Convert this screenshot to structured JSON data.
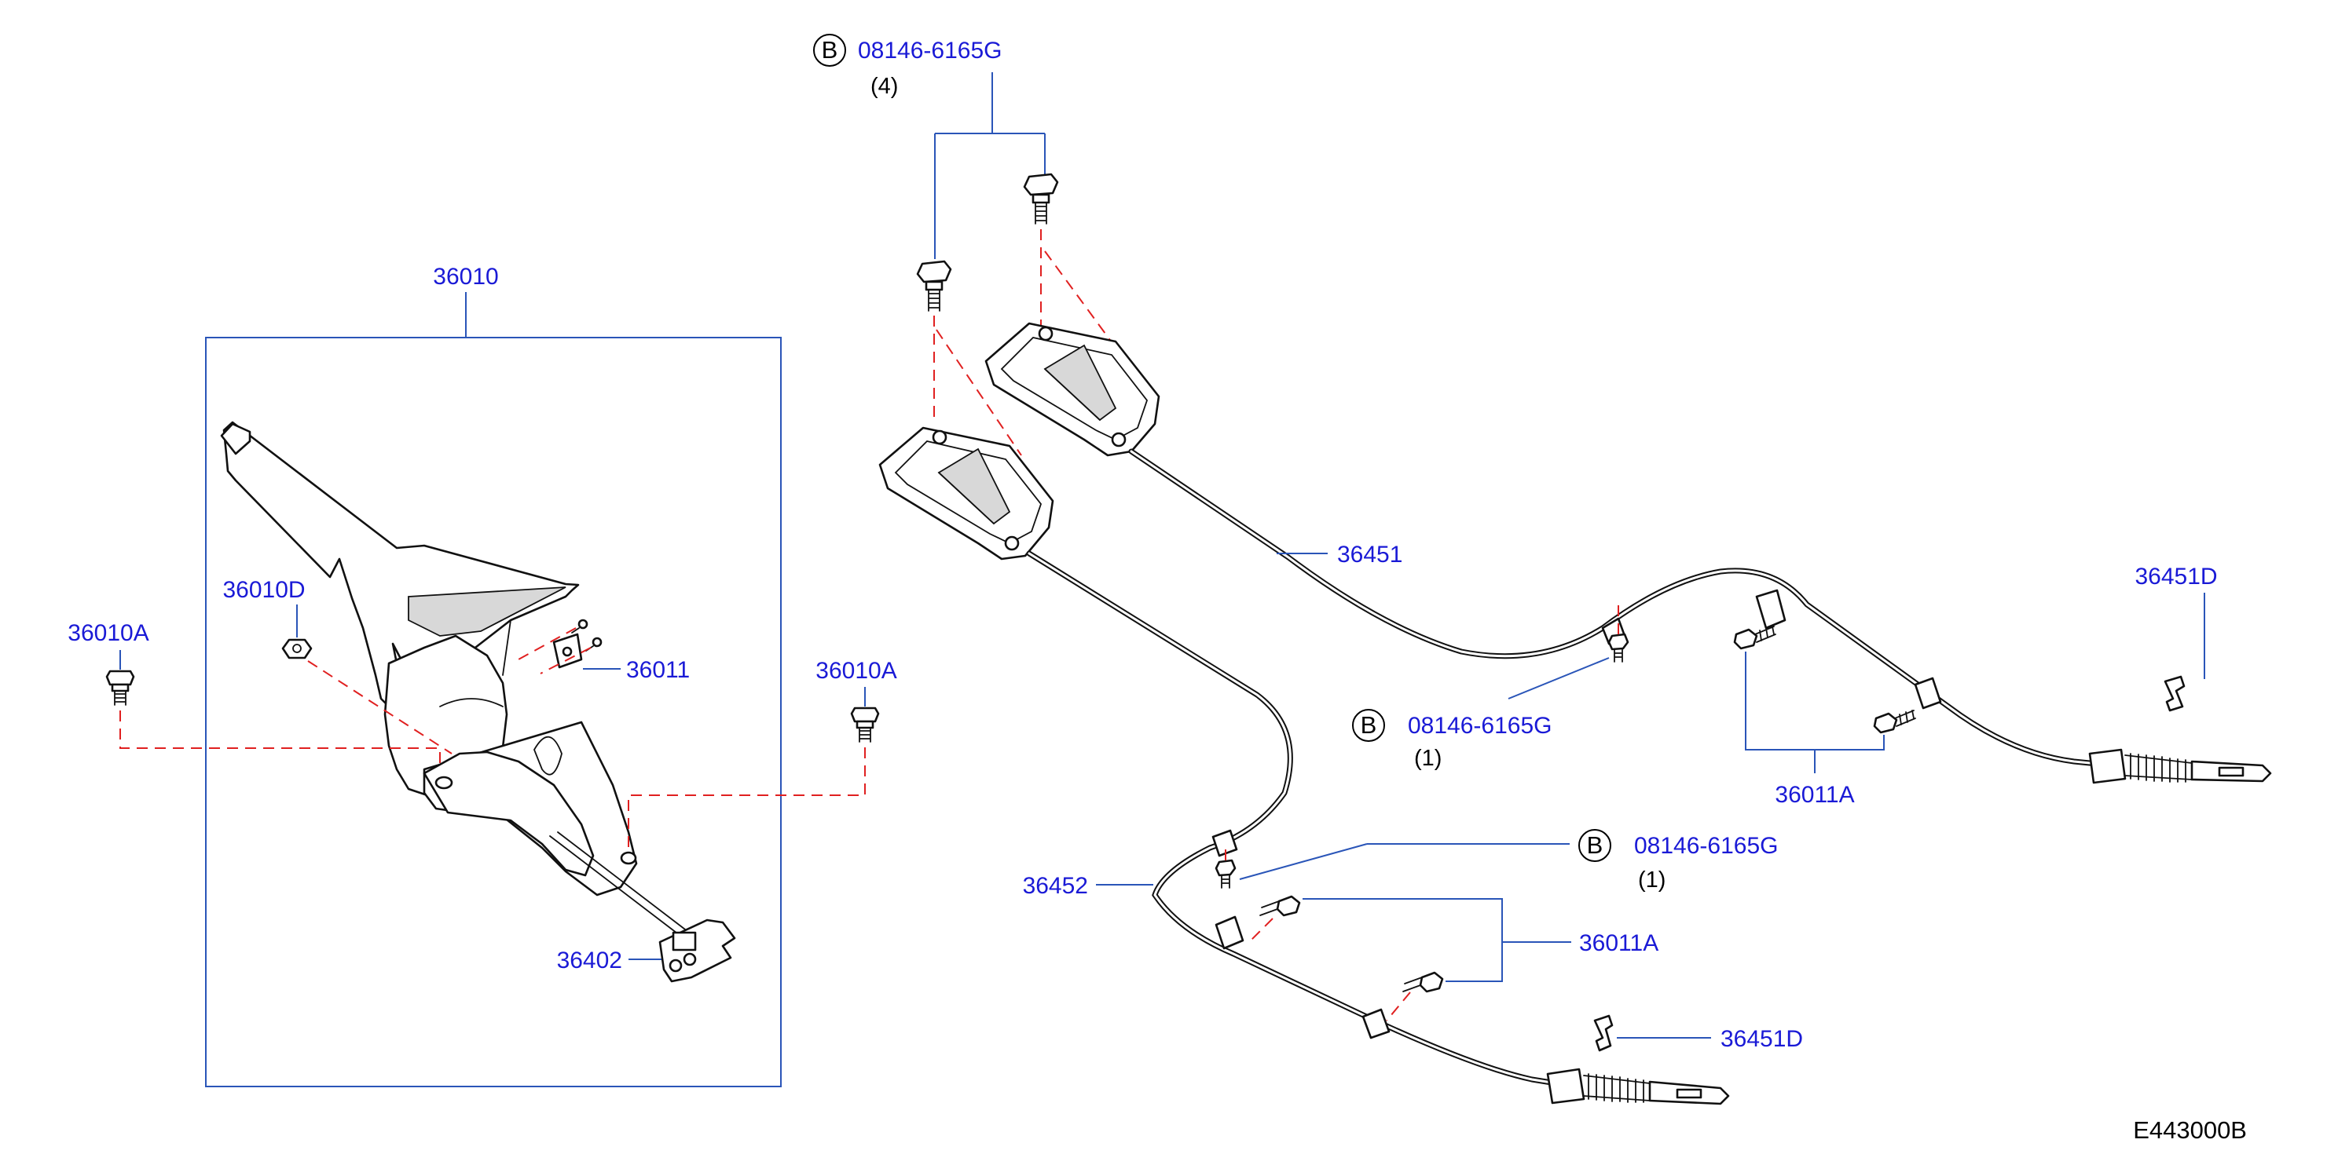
{
  "diagram_id": "E443000B",
  "callouts": {
    "b_top": {
      "badge": "B",
      "part": "08146-6165G",
      "qty": "(4)"
    },
    "b_mid": {
      "badge": "B",
      "part": "08146-6165G",
      "qty": "(1)"
    },
    "b_low": {
      "badge": "B",
      "part": "08146-6165G",
      "qty": "(1)"
    },
    "lever_assembly": "36010",
    "lever_bolt_left": "36010A",
    "lever_bolt_right": "36010A",
    "lever_nut": "36010D",
    "lever_bracket_bolts": "36011",
    "front_cable": "36402",
    "rear_cable_right": "36451",
    "rear_cable_left": "36452",
    "cable_bolts_upper": "36011A",
    "cable_bolts_lower": "36011A",
    "cable_lock_upper": "36451D",
    "cable_lock_lower": "36451D"
  },
  "colors": {
    "callout_text": "#1a1ad6",
    "leader_line": "#2a55b8",
    "fastener_dash": "#e02020",
    "parts": "#111111"
  }
}
